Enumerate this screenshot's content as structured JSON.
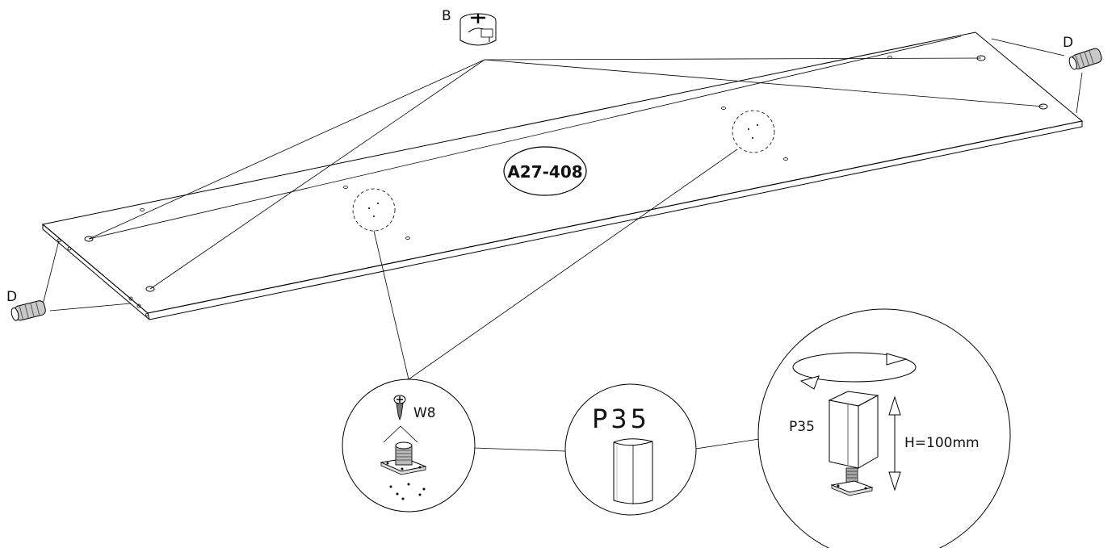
{
  "diagram": {
    "panel_code": "A27-408",
    "part_labels": {
      "cam_lock": "B",
      "dowel_left": "D",
      "dowel_right": "D",
      "screw": "W8",
      "leg_detail": "P35",
      "leg_side": "P35",
      "height_note": "H=100mm"
    },
    "icons": {
      "cam_lock": "cam-lock-icon",
      "dowel": "wooden-dowel-icon",
      "screw": "screw-icon",
      "leg_base": "leveling-foot-icon",
      "leg_block": "square-leg-icon",
      "rotate": "rotate-arrow-icon",
      "height_arrow": "double-arrow-icon"
    },
    "colors": {
      "line": "#000000",
      "background": "#ffffff"
    }
  }
}
